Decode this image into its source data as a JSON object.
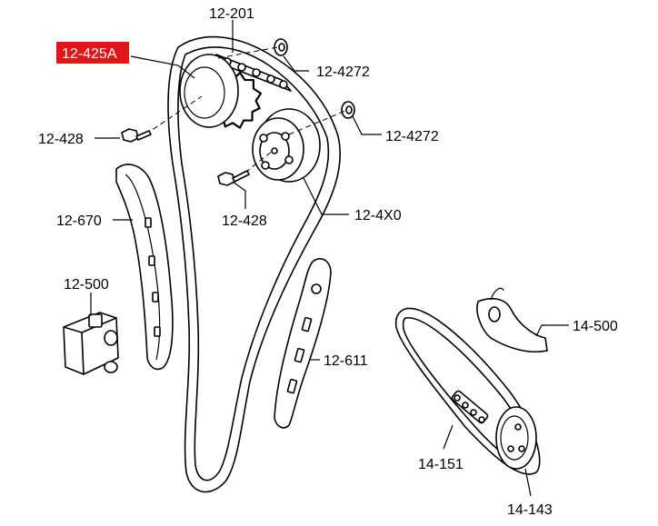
{
  "labels": {
    "camshaft_chain": "12-201",
    "intake_sprocket": "12-425A",
    "washer_top": "12-4272",
    "washer_mid": "12-4272",
    "bolt_left": "12-428",
    "bolt_center": "12-428",
    "variable_timing_actuator": "12-4X0",
    "chain_guide_left": "12-670",
    "tensioner": "12-500",
    "chain_guide_right": "12-611",
    "oil_pump_tensioner": "14-500",
    "oil_pump_chain": "14-151",
    "oil_pump_sprocket": "14-143"
  },
  "highlight_color": "#e0161b"
}
